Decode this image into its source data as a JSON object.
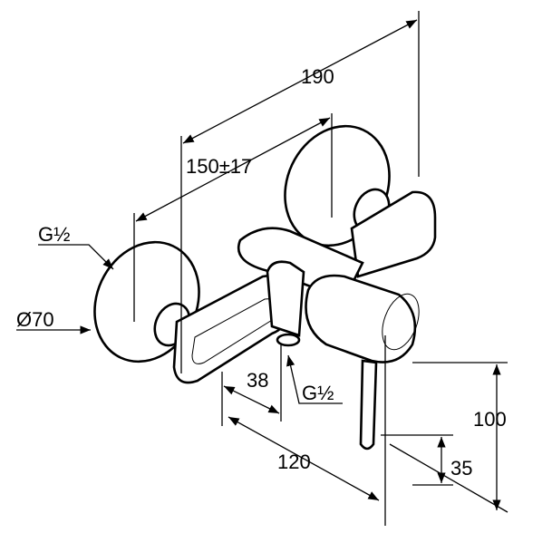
{
  "dimensions": {
    "overall_width": "190",
    "flange_spacing": "150±17",
    "inlet_thread": "G½",
    "flange_diameter": "Ø70",
    "outlet_offset": "38",
    "outlet_thread": "G½",
    "projection": "120",
    "lever_height": "100",
    "outlet_height": "35"
  }
}
